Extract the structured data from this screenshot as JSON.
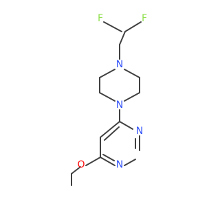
{
  "colors": {
    "bond": "#404040",
    "N": "#3050F8",
    "O": "#FF0D0D",
    "F": "#90E050",
    "background": "#ffffff"
  },
  "atoms": {
    "F1": "F",
    "F2": "F",
    "N_pip_top": "N",
    "N_pip_bottom": "N",
    "N_pyr_1": "N",
    "N_pyr_2": "N",
    "O_ether": "O"
  }
}
